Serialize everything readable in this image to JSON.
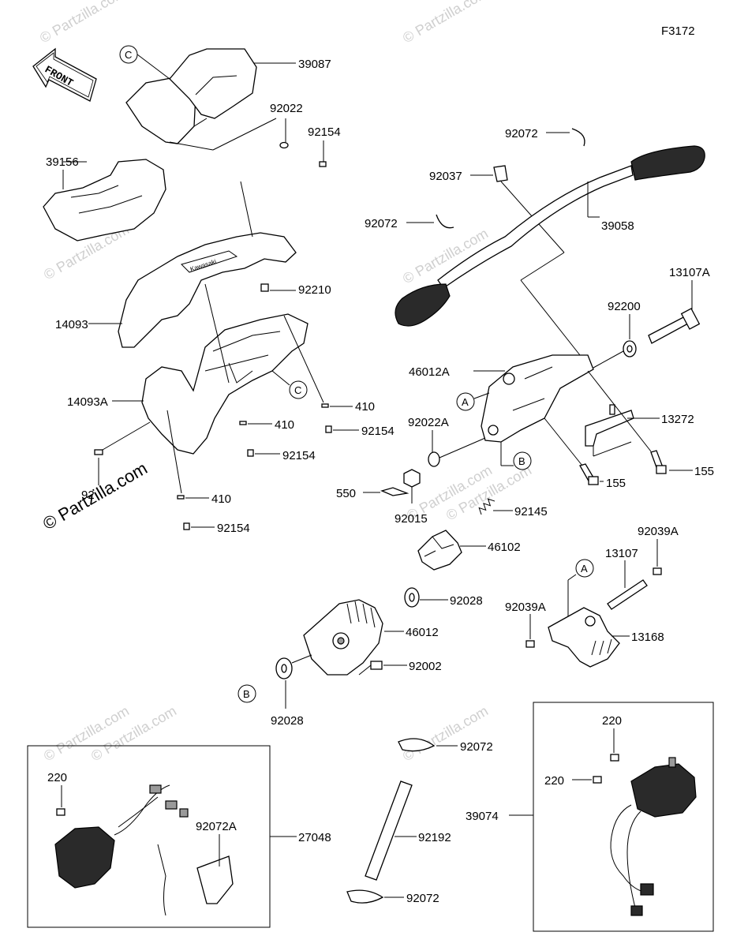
{
  "figure_code": "F3172",
  "front_arrow_label": "FRONT",
  "watermarks": [
    "© Partzilla.com",
    "© Partzilla.com",
    "© Partzilla.com",
    "© Partzilla.com",
    "© Partzilla.com",
    "© Partzilla.com",
    "© Partzilla.com",
    "© Partzilla.com",
    "© Partzilla.com"
  ],
  "main_watermark": "© Partzilla.com",
  "callout_letters": {
    "c_top": "C",
    "c_mid": "C",
    "a_upper": "A",
    "a_lower": "A",
    "b_upper": "B",
    "b_lower": "B"
  },
  "labels": {
    "p39087": "39087",
    "p92022": "92022",
    "p92154_top": "92154",
    "p39156": "39156",
    "p92210": "92210",
    "p14093": "14093",
    "p14093a": "14093A",
    "p410_a": "410",
    "p92154_a": "92154",
    "p410_b": "410",
    "p92154_b": "92154",
    "p410_c": "410",
    "p92154_c": "92154",
    "p92_partial": "92",
    "p92072_top": "92072",
    "p92037": "92037",
    "p92072_mid": "92072",
    "p39058": "39058",
    "p13107a": "13107A",
    "p92200": "92200",
    "p46012a": "46012A",
    "p92022a": "92022A",
    "p13272": "13272",
    "p155_a": "155",
    "p155_b": "155",
    "p550": "550",
    "p92015": "92015",
    "p92145": "92145",
    "p46102": "46102",
    "p92039a_top": "92039A",
    "p13107": "13107",
    "p92039a_left": "92039A",
    "p13168": "13168",
    "p92028_a": "92028",
    "p46012": "46012",
    "p92002": "92002",
    "p92028_b": "92028",
    "p220_left": "220",
    "p92072a": "92072A",
    "p27048": "27048",
    "p92072_bot1": "92072",
    "p92192": "92192",
    "p92072_bot2": "92072",
    "p220_r1": "220",
    "p220_r2": "220",
    "p39074": "39074"
  }
}
